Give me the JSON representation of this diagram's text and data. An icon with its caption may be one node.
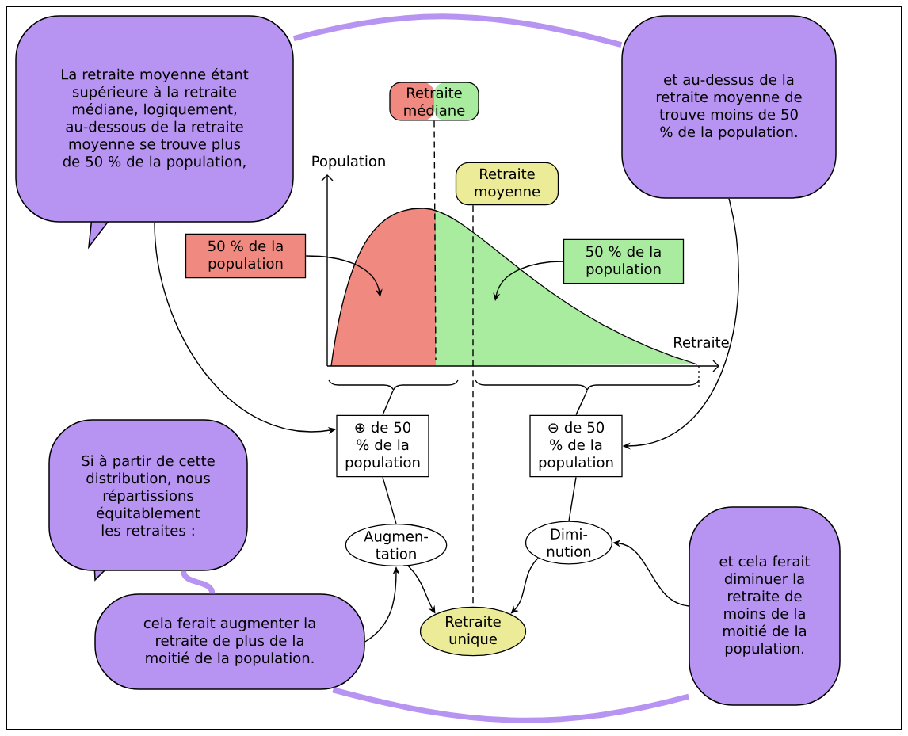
{
  "diagram": {
    "nodes": [
      {
        "text": [
          "La retraite moyenne étant supérieure à la retraite médiane, logiquement, au-dessous de la retraite moyenne se trouve plus de 50 % de la population,"
        ]
      },
      {
        "text": [
          "et au-dessus de la retraite moyenne de trouve moins de 50 % de la population."
        ]
      },
      {
        "text": [
          "Retraite médiane"
        ]
      },
      {
        "text": [
          "Retraite moyenne"
        ]
      },
      {
        "text": [
          "50 % de la population"
        ]
      },
      {
        "text": [
          "50 % de la population"
        ]
      },
      {
        "text": [
          "⊕ de 50 % de la population"
        ]
      },
      {
        "text": [
          "⊖ de 50 % de la population"
        ]
      },
      {
        "text": [
          "Augmen-tation"
        ]
      },
      {
        "text": [
          "Dimi-nution"
        ]
      },
      {
        "text": [
          "Retraite unique"
        ]
      },
      {
        "text": [
          "Si à partir de cette distribution, nous répartissions équitablement les retraites :"
        ]
      },
      {
        "text": [
          "cela ferait augmenter la retraite de plus de la moitié de la population."
        ]
      },
      {
        "text": [
          "et cela ferait diminuer la retraite de moins de la moitié de la population."
        ]
      },
      {
        "text": [],
        "shape": "brace"
      },
      {
        "text": [],
        "shape": "brace"
      }
    ],
    "edges": [
      {
        "from": 0,
        "to": 6,
        "arrow": "to"
      },
      {
        "from": 1,
        "to": 7,
        "arrow": "to"
      },
      {
        "from": 0,
        "to": 1,
        "arrow": "none",
        "style": "thick",
        "color": "#b894f2"
      },
      {
        "from": 4,
        "to": null,
        "arrow": "to"
      },
      {
        "from": 5,
        "to": null,
        "arrow": "to"
      },
      {
        "from": 2,
        "to": null,
        "arrow": "none",
        "style": "dashed"
      },
      {
        "from": 3,
        "to": 10,
        "arrow": "none",
        "style": "dashed"
      },
      {
        "from": 6,
        "to": 8,
        "arrow": "none"
      },
      {
        "from": 7,
        "to": 9,
        "arrow": "none"
      },
      {
        "from": 8,
        "to": 10,
        "arrow": "to"
      },
      {
        "from": 9,
        "to": 10,
        "arrow": "to"
      },
      {
        "from": 11,
        "to": 12,
        "arrow": "none",
        "style": "thick",
        "color": "#b894f2"
      },
      {
        "from": 12,
        "to": 8,
        "arrow": "to"
      },
      {
        "from": 13,
        "to": 9,
        "arrow": "to"
      },
      {
        "from": 12,
        "to": 13,
        "arrow": "none",
        "style": "thick",
        "color": "#b894f2"
      },
      {
        "from": 14,
        "to": 6,
        "arrow": "none"
      },
      {
        "from": 15,
        "to": 7,
        "arrow": "none"
      }
    ],
    "labels": [
      "Population",
      "Retraite"
    ]
  }
}
